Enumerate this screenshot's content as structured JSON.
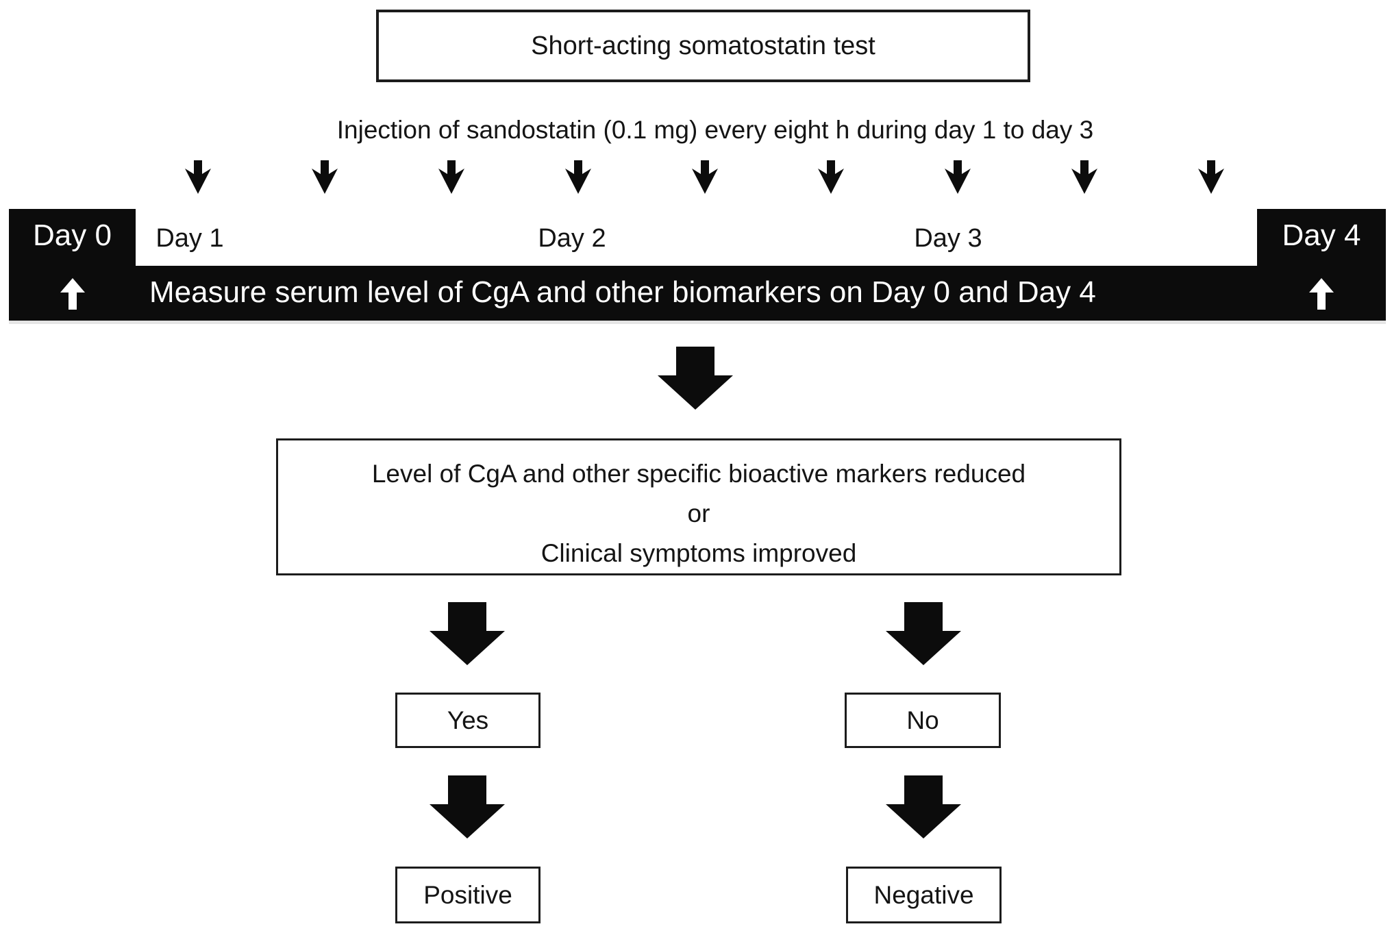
{
  "figure": {
    "title": "Short-acting somatostatin test",
    "injection_note": "Injection of sandostatin (0.1 mg) every eight h during day 1 to day 3",
    "timeline": {
      "day0": "Day 0",
      "day1": "Day 1",
      "day2": "Day 2",
      "day3": "Day 3",
      "day4": "Day 4",
      "bar_text": "Measure serum level of CgA and other biomarkers on Day 0 and Day 4",
      "injection_arrow_count": 9
    },
    "criteria_box": {
      "line1": "Level of CgA and other specific bioactive markers reduced",
      "line2": "or",
      "line3": "Clinical symptoms improved"
    },
    "outcomes": {
      "yes": "Yes",
      "no": "No",
      "positive": "Positive",
      "negative": "Negative"
    },
    "icons": {
      "injection_arrow": "injection-down-arrow-icon",
      "flow_arrow": "block-down-arrow-icon",
      "measure_arrow": "measure-up-arrow-icon"
    },
    "colors": {
      "ink": "#0c0c0c",
      "border": "#1c1c1c",
      "background": "#ffffff"
    }
  }
}
